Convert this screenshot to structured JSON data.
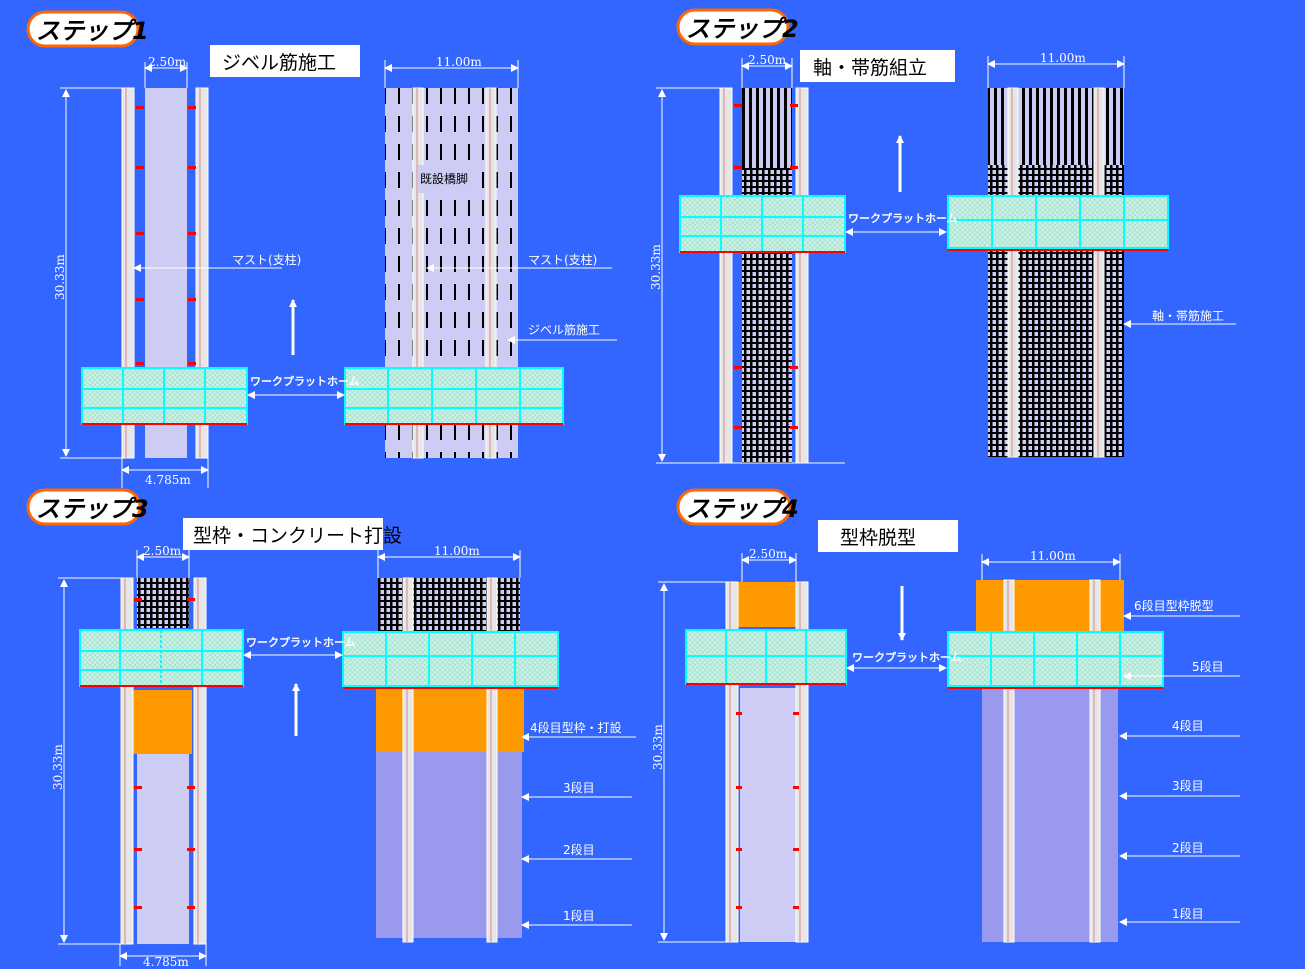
{
  "colors": {
    "background": "#3366ff",
    "pier_light": "#ccccf5",
    "pier_lavender": "#b9b9f0",
    "concrete_done": "#9999ee",
    "formwork": "#ff9900",
    "mast": "#e6e6e6",
    "platform": "#c9f2e6",
    "platform_grid": "#00ffff",
    "rebar_red": "#ff0000",
    "badge_border": "#ff6600"
  },
  "common": {
    "dim_width_narrow": "2.50m",
    "dim_width_wide": "11.00m",
    "dim_height": "30.33m",
    "dim_base": "4.785m",
    "platform_label": "ワークプラットホーム"
  },
  "step1": {
    "badge": "ステップ1",
    "title": "ジベル筋施工",
    "existing_pier": "既設橋脚",
    "mast_label": "マスト(支柱)",
    "dowel_label": "ジベル筋施工"
  },
  "step2": {
    "badge": "ステップ2",
    "title": "軸・帯筋組立",
    "rebar_label": "軸・帯筋施工"
  },
  "step3": {
    "badge": "ステップ3",
    "title": "型枠・コンクリート打設",
    "tier_labels": [
      "4段目型枠・打設",
      "3段目",
      "2段目",
      "1段目"
    ]
  },
  "step4": {
    "badge": "ステップ4",
    "title": "型枠脱型",
    "tier_labels": [
      "6段目型枠脱型",
      "5段目",
      "4段目",
      "3段目",
      "2段目",
      "1段目"
    ]
  }
}
